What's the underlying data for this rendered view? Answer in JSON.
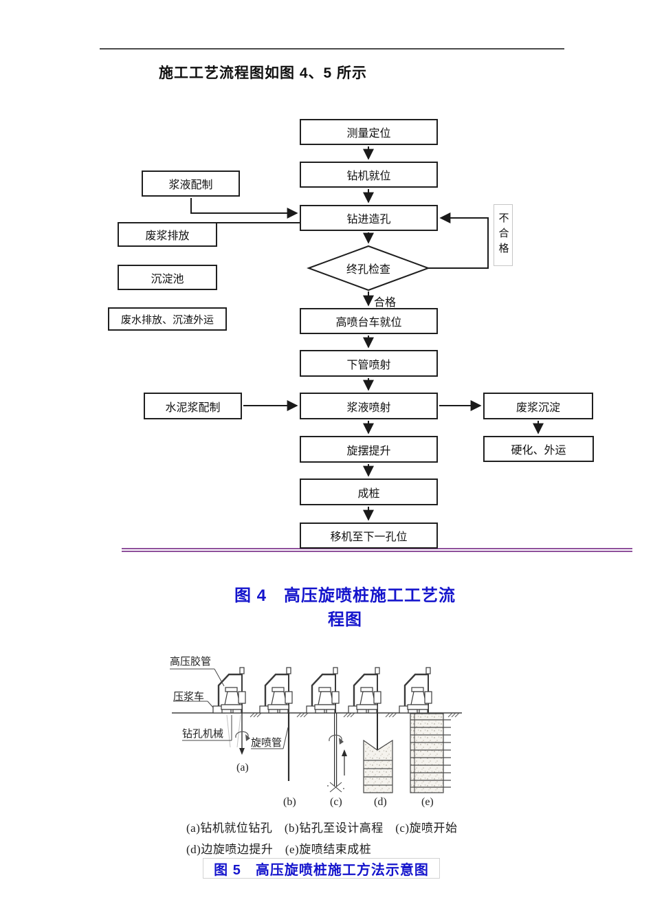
{
  "page": {
    "heading": "施工工艺流程图如图 4、5 所示"
  },
  "flowchart": {
    "steps": {
      "survey": "测量定位",
      "rig_in_place": "钻机就位",
      "drilling": "钻进造孔",
      "final_check": "终孔检查",
      "jet_trolley": "高喷台车就位",
      "pipe_jetting": "下管喷射",
      "slurry_jetting": "浆液喷射",
      "rotary_lifting": "旋摆提升",
      "pile_forming": "成桩",
      "move_next": "移机至下一孔位"
    },
    "left": {
      "slurry_prep": "浆液配制",
      "waste_discharge": "废浆排放",
      "sediment_tank": "沉淀池",
      "wastewater": "废水排放、沉渣外运",
      "cement_prep": "水泥浆配制"
    },
    "right": {
      "waste_settling": "废浆沉淀",
      "harden_transport": "硬化、外运"
    },
    "pass_label": "合格",
    "fail_label": "不合格"
  },
  "figure4": {
    "caption": "图 4　高压旋喷桩施工工艺流程图"
  },
  "figure5": {
    "caption": "图 5　高压旋喷桩施工方法示意图",
    "labels": {
      "hose": "高压胶管",
      "grout_truck": "压浆车",
      "drill_machine": "钻孔机械",
      "jet_pipe": "旋喷管"
    },
    "stages": {
      "a": "(a)",
      "b": "(b)",
      "c": "(c)",
      "d": "(d)",
      "e": "(e)"
    },
    "legend1": "(a)钻机就位钻孔　(b)钻孔至设计高程　(c)旋喷开始",
    "legend2": "(d)边旋喷边提升　(e)旋喷结束成桩"
  },
  "colors": {
    "caption_blue": "#1414CC",
    "divider_purple": "#8E4F9B",
    "top_rule_gray": "#4A4A4A"
  }
}
